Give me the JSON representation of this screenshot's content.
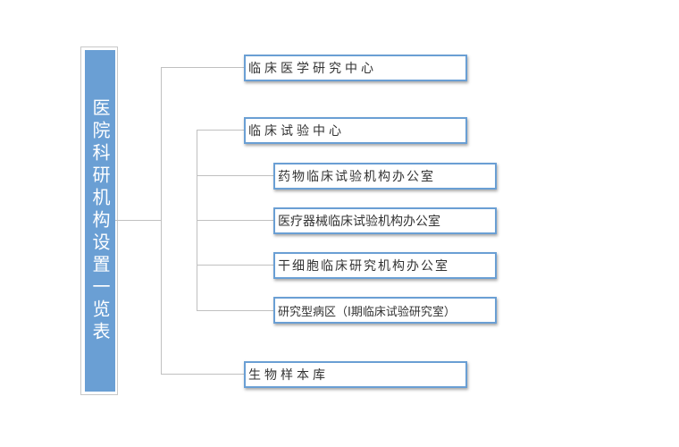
{
  "root": {
    "label": "医院科研机构设置一览表"
  },
  "nodes": {
    "center1": "临床医学研究中心",
    "center2": "临床试验中心",
    "sub1": "药物临床试验机构办公室",
    "sub2": "医疗器械临床试验机构办公室",
    "sub3": "干细胞临床研究机构办公室",
    "sub4": "研究型病区（Ⅰ期临床试验研究室）",
    "center3": "生物样本库"
  },
  "colors": {
    "box_fill": "#6a9fd4",
    "box_border": "#6a9fd4",
    "connector": "#c0c0c0"
  }
}
